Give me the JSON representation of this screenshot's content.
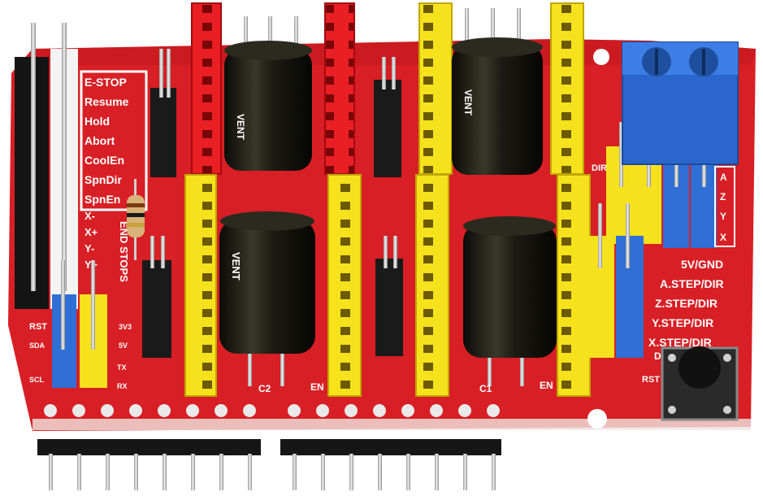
{
  "board": {
    "color": "#e0262b",
    "left_silkscreen": [
      "E-STOP",
      "Resume",
      "Hold",
      "Abort",
      "CoolEn",
      "SpnDir",
      "SpnEn"
    ],
    "endstops_label": "END STOPS",
    "endstop_axes": [
      "X-",
      "X+",
      "Y-",
      "Y+"
    ],
    "right_axes": [
      "A",
      "Z",
      "Y",
      "X"
    ],
    "right_silkscreen": [
      "5V/GND",
      "A.STEP/DIR",
      "Z.STEP/DIR",
      "Y.STEP/DIR",
      "X.STEP/DIR"
    ],
    "reset_label": "RST",
    "cap_brand": "VENT",
    "cap_labels": [
      "C2",
      "C1"
    ],
    "small_labels": [
      "EN",
      "EN",
      "RX",
      "TX",
      "SDA",
      "SCL",
      "3V3",
      "5V",
      "DIR",
      "D"
    ]
  },
  "colors": {
    "pcb": "#e0262b",
    "header_red": "#ea1f24",
    "header_yellow": "#f6e21c",
    "terminal_blue": "#2f6fd6",
    "capacitor": "#1f1d16",
    "pin_black": "#1a1a1a"
  }
}
